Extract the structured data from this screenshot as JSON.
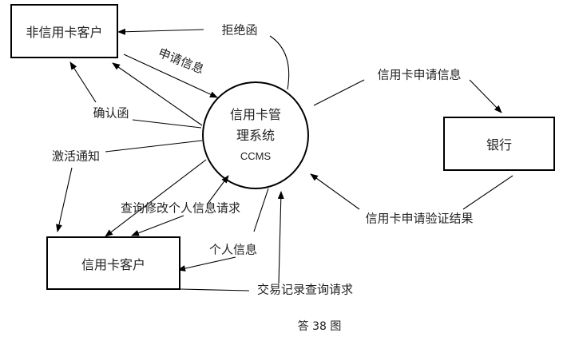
{
  "entities": {
    "non_card_customer": "非信用卡客户",
    "bank": "银行",
    "card_customer": "信用卡客户"
  },
  "process": {
    "name_line1": "信用卡管",
    "name_line2": "理系统",
    "abbr": "CCMS"
  },
  "flows": {
    "rejection": "拒绝函",
    "application_info": "申请信息",
    "confirmation": "确认函",
    "activation": "激活通知",
    "query_modify": "查询修改个人信息请求",
    "personal_info": "个人信息",
    "transaction_query": "交易记录查询请求",
    "card_application_info": "信用卡申请信息",
    "verification_result": "信用卡申请验证结果"
  },
  "caption": "答 38 图"
}
